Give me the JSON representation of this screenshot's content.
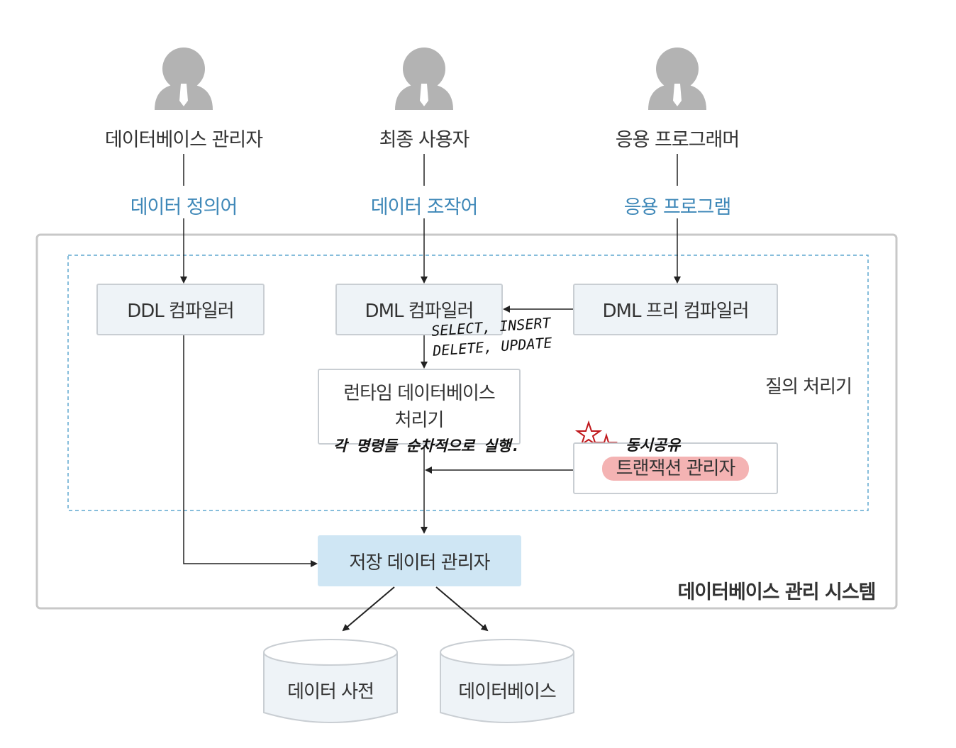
{
  "actors": {
    "dba": {
      "label": "데이터베이스 관리자",
      "language": "데이터 정의어"
    },
    "end_user": {
      "label": "최종 사용자",
      "language": "데이터 조작어"
    },
    "app_programmer": {
      "label": "응용 프로그래머",
      "language": "응용 프로그램"
    }
  },
  "components": {
    "ddl_compiler": "DDL 컴파일러",
    "dml_compiler": "DML 컴파일러",
    "dml_precompiler": "DML 프리 컴파일러",
    "runtime_processor_line1": "런타임 데이터베이스",
    "runtime_processor_line2": "처리기",
    "transaction_manager": "트랜잭션 관리자",
    "storage_manager": "저장 데이터 관리자"
  },
  "regions": {
    "query_processor": "질의 처리기",
    "dbms": "데이터베이스 관리 시스템"
  },
  "storage": {
    "data_dictionary": "데이터 사전",
    "database": "데이터베이스"
  },
  "annotations": {
    "dml_ops_line1": "SELECT, INSERT",
    "dml_ops_line2": "DELETE, UPDATE",
    "runtime_note": "각 명령들 순차적으로 실행.",
    "concurrency_note": "동시공유"
  },
  "colors": {
    "language_text": "#3f88b8",
    "storage_box": "#cfe6f4",
    "component_box": "#eef3f7",
    "highlight": "#f4b3b3",
    "star_mark": "#c0181c"
  }
}
